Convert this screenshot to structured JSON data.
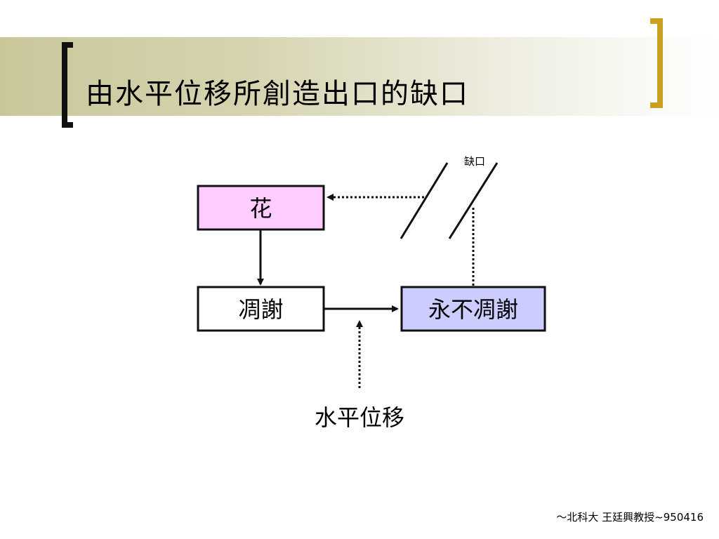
{
  "title": "由水平位移所創造出口的缺口",
  "diagram": {
    "nodes": {
      "flower": {
        "label": "花",
        "fill": "#ffccff"
      },
      "withered": {
        "label": "凋謝",
        "fill": "#ffffff"
      },
      "never_withered": {
        "label": "永不凋謝",
        "fill": "#ccccff"
      }
    },
    "gap_label": "缺口",
    "horizontal_shift_label": "水平位移"
  },
  "footer": "～北科大 王廷興教授~950416",
  "colors": {
    "title_band": "#c9c79a",
    "left_bracket": "#111111",
    "right_bracket": "#c9a020"
  }
}
